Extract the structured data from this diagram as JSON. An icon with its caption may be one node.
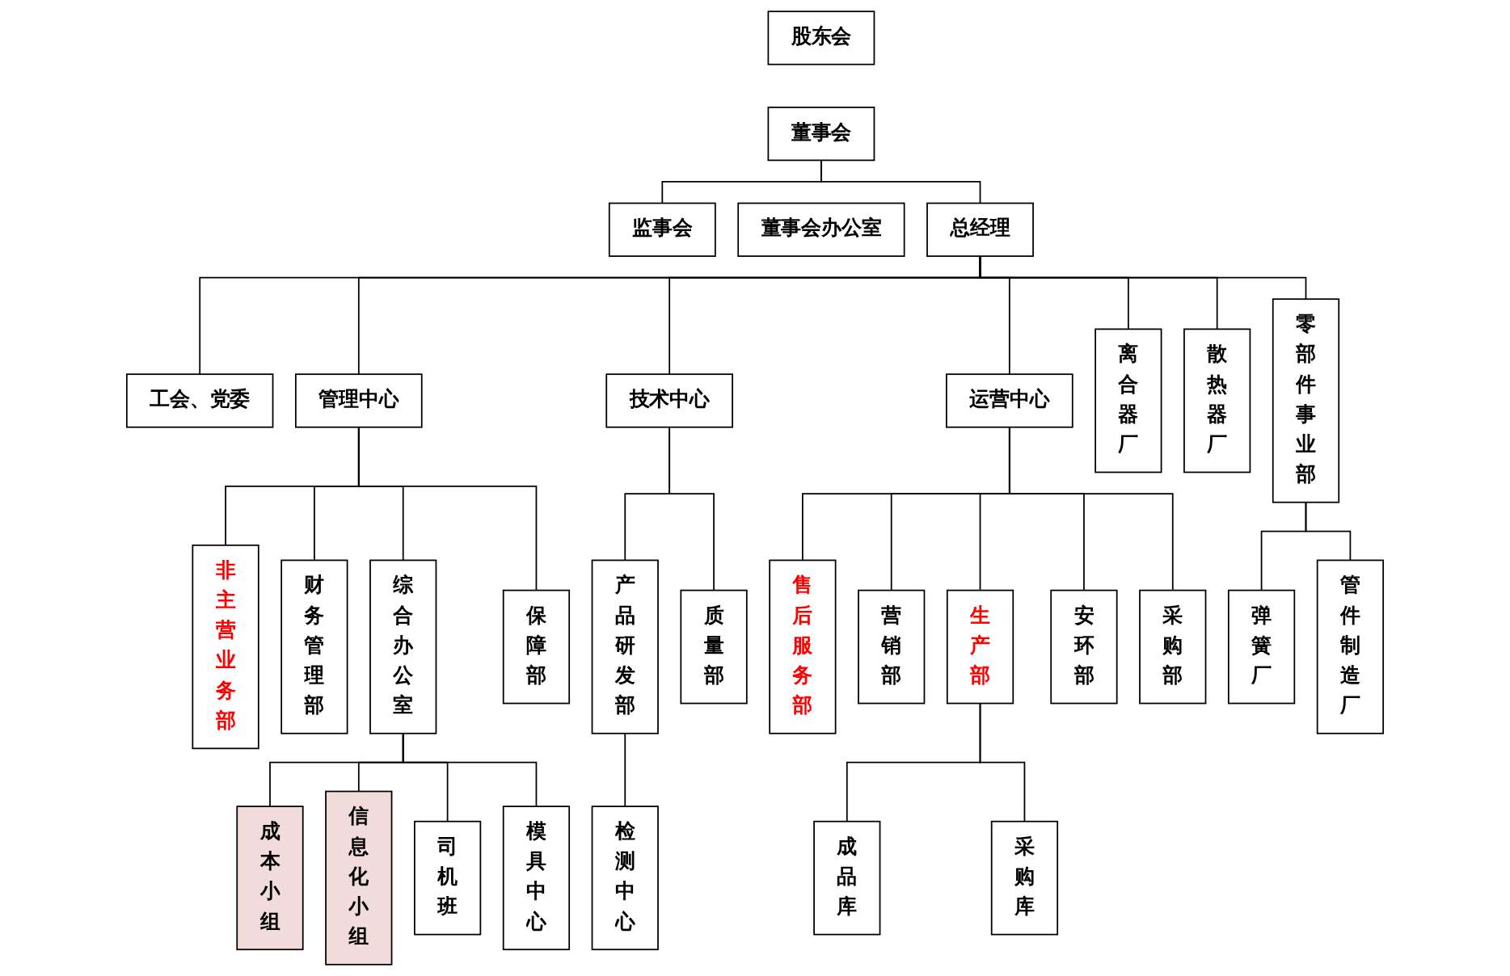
{
  "diagram": {
    "nodes": [
      {
        "text": [
          "股东会"
        ]
      },
      {
        "text": [
          "董事会"
        ]
      },
      {
        "text": [
          "监事会"
        ]
      },
      {
        "text": [
          "董事会办公室"
        ]
      },
      {
        "text": [
          "总经理"
        ]
      },
      {
        "text": [
          "工会、党委"
        ]
      },
      {
        "text": [
          "管理中心"
        ]
      },
      {
        "text": [
          "技术中心"
        ]
      },
      {
        "text": [
          "运营中心"
        ]
      },
      {
        "text": [
          "离合器厂"
        ]
      },
      {
        "text": [
          "散热器厂"
        ]
      },
      {
        "text": [
          "零部件事业部"
        ]
      },
      {
        "text": [
          "非主营业务部"
        ]
      },
      {
        "text": [
          "财务管理部"
        ]
      },
      {
        "text": [
          "综合办公室"
        ]
      },
      {
        "text": [
          "保障部"
        ]
      },
      {
        "text": [
          "产品研发部"
        ]
      },
      {
        "text": [
          "质量部"
        ]
      },
      {
        "text": [
          "售后服务部"
        ]
      },
      {
        "text": [
          "营销部"
        ]
      },
      {
        "text": [
          "生产部"
        ]
      },
      {
        "text": [
          "安环部"
        ]
      },
      {
        "text": [
          "采购部"
        ]
      },
      {
        "text": [
          "成本小组"
        ]
      },
      {
        "text": [
          "信息化小组"
        ]
      },
      {
        "text": [
          "司机班"
        ]
      },
      {
        "text": [
          "模具中心"
        ]
      },
      {
        "text": [
          "检测中心"
        ]
      },
      {
        "text": [
          "成品库"
        ]
      },
      {
        "text": [
          "采购库"
        ]
      },
      {
        "text": [
          "弹簧厂"
        ]
      },
      {
        "text": [
          "管件制造厂"
        ]
      }
    ],
    "edges": [
      {
        "from": 1,
        "to": 2,
        "arrow": "none"
      },
      {
        "from": 1,
        "to": 4,
        "arrow": "none"
      },
      {
        "from": 4,
        "to": 5,
        "arrow": "none"
      },
      {
        "from": 4,
        "to": 6,
        "arrow": "none"
      },
      {
        "from": 4,
        "to": 7,
        "arrow": "none"
      },
      {
        "from": 4,
        "to": 8,
        "arrow": "none"
      },
      {
        "from": 4,
        "to": 9,
        "arrow": "none"
      },
      {
        "from": 4,
        "to": 10,
        "arrow": "none"
      },
      {
        "from": 4,
        "to": 11,
        "arrow": "none"
      },
      {
        "from": 6,
        "to": 12,
        "arrow": "none"
      },
      {
        "from": 6,
        "to": 13,
        "arrow": "none"
      },
      {
        "from": 6,
        "to": 14,
        "arrow": "none"
      },
      {
        "from": 6,
        "to": 15,
        "arrow": "none"
      },
      {
        "from": 7,
        "to": 16,
        "arrow": "none"
      },
      {
        "from": 7,
        "to": 17,
        "arrow": "none"
      },
      {
        "from": 8,
        "to": 18,
        "arrow": "none"
      },
      {
        "from": 8,
        "to": 19,
        "arrow": "none"
      },
      {
        "from": 8,
        "to": 20,
        "arrow": "none"
      },
      {
        "from": 8,
        "to": 21,
        "arrow": "none"
      },
      {
        "from": 8,
        "to": 22,
        "arrow": "none"
      },
      {
        "from": 14,
        "to": 23,
        "arrow": "none"
      },
      {
        "from": 14,
        "to": 24,
        "arrow": "none"
      },
      {
        "from": 14,
        "to": 25,
        "arrow": "none"
      },
      {
        "from": 14,
        "to": 26,
        "arrow": "none"
      },
      {
        "from": 16,
        "to": 27,
        "arrow": "none"
      },
      {
        "from": 20,
        "to": 28,
        "arrow": "none"
      },
      {
        "from": 20,
        "to": 29,
        "arrow": "none"
      },
      {
        "from": 11,
        "to": 30,
        "arrow": "none"
      },
      {
        "from": 11,
        "to": 31,
        "arrow": "none"
      }
    ]
  }
}
